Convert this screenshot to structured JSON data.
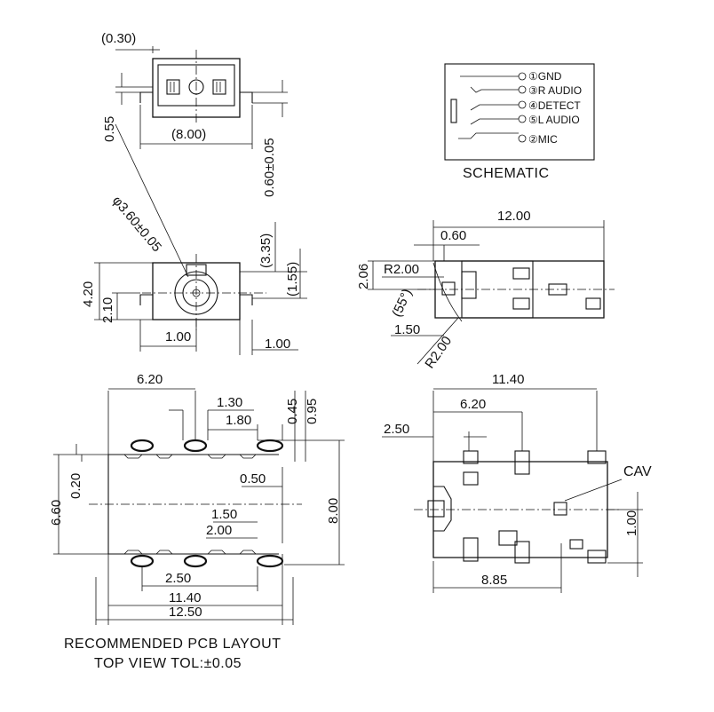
{
  "colors": {
    "ink": "#111111",
    "background": "#ffffff"
  },
  "front_view": {
    "dim_offset": "(0.30)",
    "dim_height": "0.55",
    "dim_width": "(8.00)",
    "dim_lead": "0.60±0.05"
  },
  "schematic": {
    "title": "SCHEMATIC",
    "pins": [
      "①GND",
      "③R AUDIO",
      "④DETECT",
      "⑤L AUDIO",
      "②MIC"
    ]
  },
  "side_view": {
    "dim_diameter": "φ3.60±0.05",
    "dim_335": "(3.35)",
    "dim_155": "(1.55)",
    "dim_420": "4.20",
    "dim_210": "2.10",
    "dim_100a": "1.00",
    "dim_100b": "1.00"
  },
  "plug_view": {
    "dim_1200": "12.00",
    "dim_060": "0.60",
    "dim_206": "2.06",
    "dim_r200a": "R2.00",
    "dim_55": "(55°)",
    "dim_150": "1.50",
    "dim_r200b": "R2.00"
  },
  "pcb_layout": {
    "dim_620": "6.20",
    "dim_130": "1.30",
    "dim_180": "1.80",
    "dim_045": "0.45",
    "dim_095": "0.95",
    "dim_660": "6.60",
    "dim_020": "0.20",
    "dim_050": "0.50",
    "dim_150": "1.50",
    "dim_200": "2.00",
    "dim_800": "8.00",
    "dim_250": "2.50",
    "dim_1140": "11.40",
    "dim_1250": "12.50",
    "caption_line1": "RECOMMENDED PCB LAYOUT",
    "caption_line2": "TOP VIEW TOL:±0.05"
  },
  "top_view": {
    "dim_1140": "11.40",
    "dim_620": "6.20",
    "dim_250": "2.50",
    "label_cav": "CAV",
    "dim_100": "1.00",
    "dim_885": "8.85"
  }
}
